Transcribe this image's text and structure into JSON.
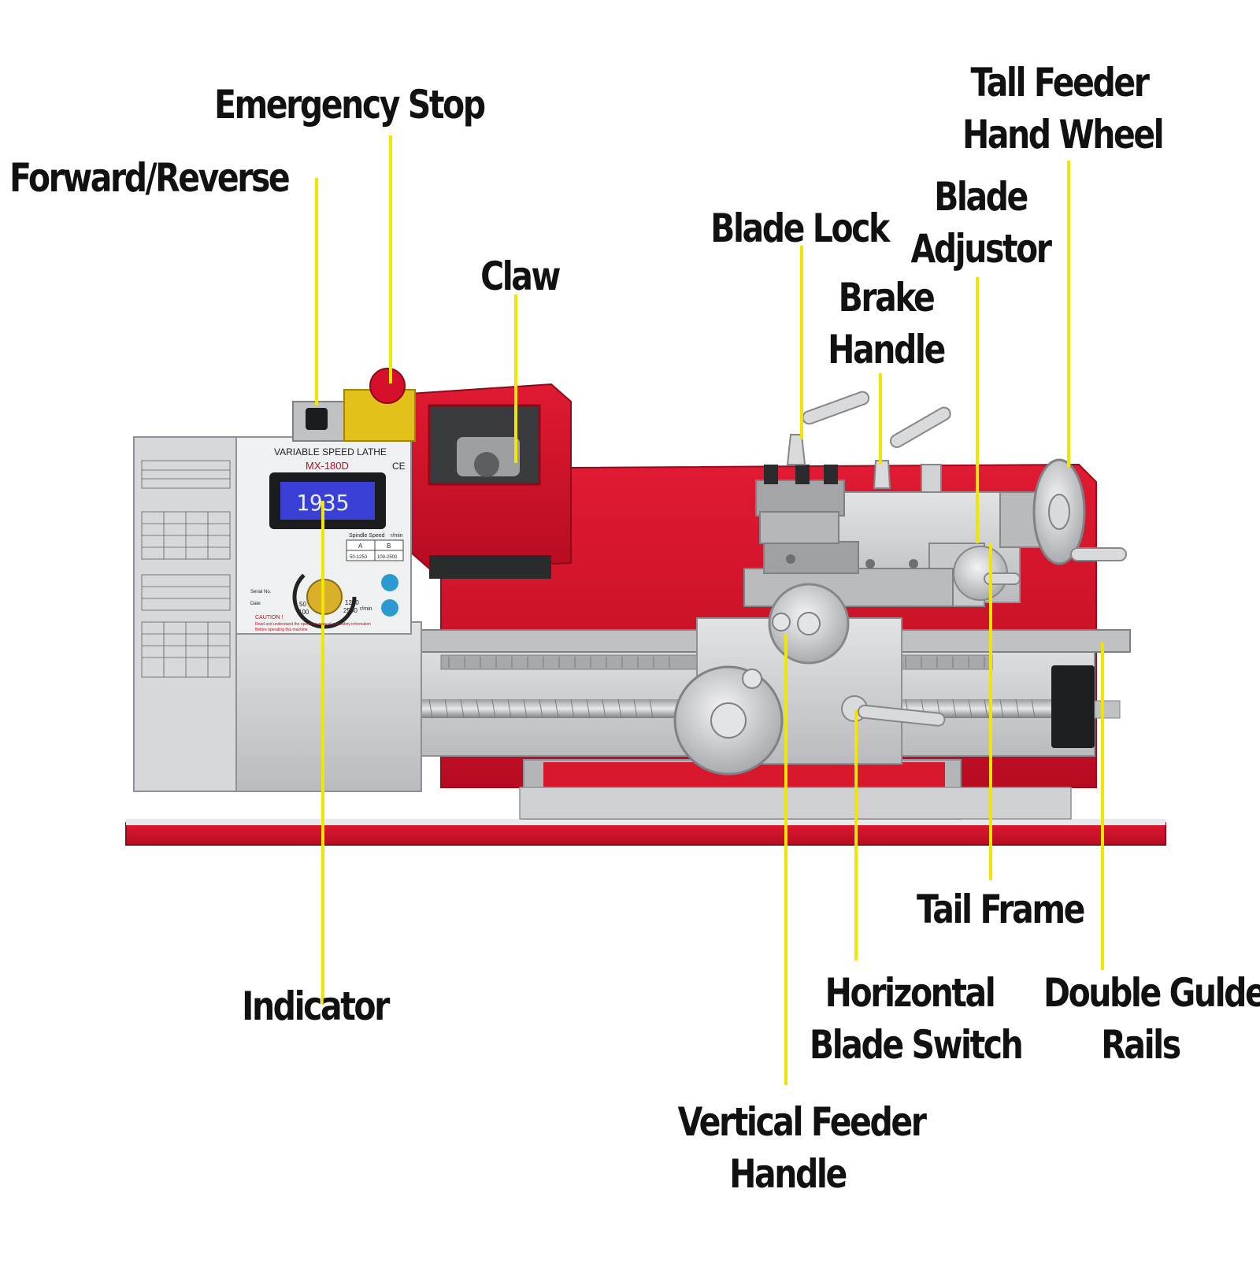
{
  "colors": {
    "leader": "#f2e600",
    "label": "#111111",
    "machine_red": "#d6102a",
    "machine_grey": "#c9cbce",
    "lcd": "#3a3fd6"
  },
  "machine": {
    "panel_title": "VARIABLE SPEED LATHE",
    "model": "MX-180D",
    "ce_mark": "CE",
    "lcd_value": "1935",
    "spindle_speed_label": "Spindle Speed",
    "spindle_speed_unit": "r/min",
    "speed_a": "A",
    "speed_b": "B",
    "range_a": "50-1250",
    "range_b": "100-2500",
    "dial_low": "50",
    "dial_low2": "100",
    "dial_high": "1250",
    "dial_high2": "2500",
    "dial_unit": "r/min",
    "caution": "CAUTION !",
    "serial_label": "Serial No.",
    "date_label": "Date",
    "caution_text_1": "Read and understand the operation manual and safety information",
    "caution_text_2": "Before operating this machine"
  },
  "labels": {
    "emergency_stop": "Emergency Stop",
    "forward_reverse": "Forward/Reverse",
    "claw": "Claw",
    "blade_lock": "Blade Lock",
    "blade_adjustor": [
      "Blade",
      "Adjustor"
    ],
    "brake_handle": [
      "Brake",
      "Handle"
    ],
    "tall_feeder_hand_wheel": [
      "Tall Feeder",
      "Hand Wheel"
    ],
    "indicator": "Indicator",
    "tail_frame": "Tail Frame",
    "horizontal_blade_switch": [
      "Horizontal",
      "Blade Switch"
    ],
    "double_guide_rails": [
      "Double Gulde",
      "Rails"
    ],
    "vertical_feeder_handle": [
      "Vertical Feeder",
      "Handle"
    ]
  }
}
